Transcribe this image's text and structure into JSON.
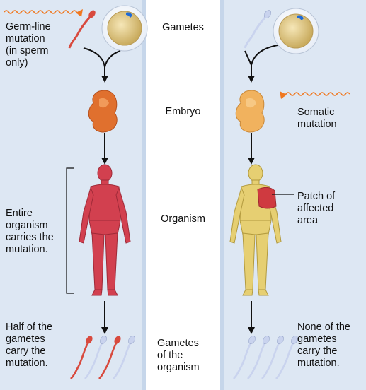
{
  "colors": {
    "panel": "#dde7f3",
    "panel_edge": "#c6d6ea",
    "red_body": "#d2404f",
    "yellow_body": "#e6cf72",
    "patch": "#cf3a40",
    "sperm_red": "#d84a3e",
    "sperm_blue": "#c9d3ee",
    "egg": "#e6cf8f",
    "embryo": "#e0702e",
    "mutagen_arrow": "#f07820"
  },
  "left_column": {
    "germline_label": "Germ-line\nmutation\n(in sperm\nonly)",
    "organism_label": "Entire\norganism\ncarries the\nmutation.",
    "gametes_label": "Half of the\ngametes\ncarry the\nmutation."
  },
  "center_column": {
    "gametes": "Gametes",
    "embryo": "Embryo",
    "organism": "Organism",
    "gametes_of_organism": "Gametes\nof the\norganism"
  },
  "right_column": {
    "somatic_label": "Somatic\nmutation",
    "patch_label": "Patch of\naffected\narea",
    "gametes_label": "None of the\ngametes\ncarry the\nmutation."
  },
  "icons": [
    "sperm-icon",
    "egg-icon",
    "embryo-icon",
    "human-figure-icon",
    "wavy-arrow-icon",
    "down-arrow-icon"
  ]
}
